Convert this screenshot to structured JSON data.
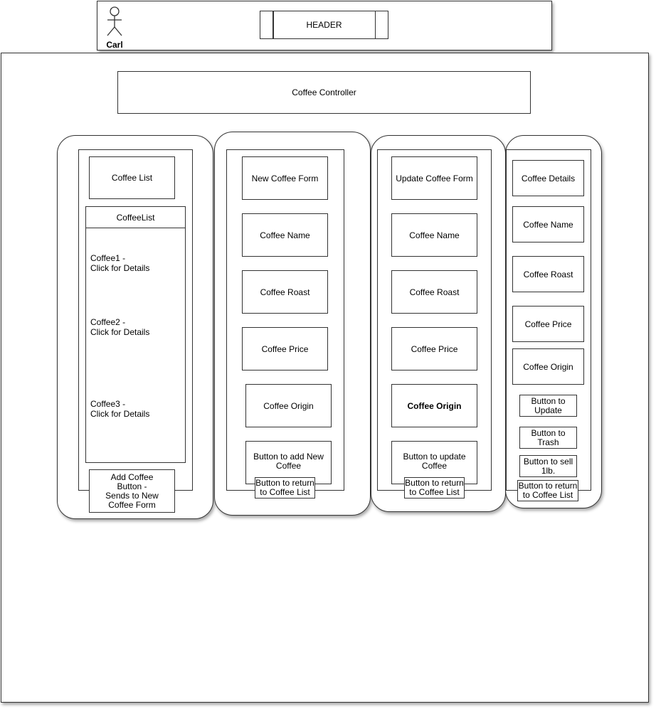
{
  "actor": {
    "name": "Carl"
  },
  "header": {
    "label": "HEADER"
  },
  "controller": {
    "label": "Coffee Controller"
  },
  "list_panel": {
    "title": "Coffee List",
    "list_header": "CoffeeList",
    "items": [
      "Coffee1 -\nClick for Details",
      "Coffee2 -\nClick for Details",
      "Coffee3 -\nClick for Details"
    ],
    "add_button": "Add Coffee\nButton -\nSends to New\nCoffee Form"
  },
  "new_form": {
    "title": "New Coffee Form",
    "fields": [
      "Coffee Name",
      "Coffee Roast",
      "Coffee Price",
      "Coffee Origin"
    ],
    "submit_button": "Button to add New\nCoffee",
    "return_button": "Button to return\nto Coffee List"
  },
  "update_form": {
    "title": "Update Coffee Form",
    "fields": [
      "Coffee Name",
      "Coffee Roast",
      "Coffee Price",
      "Coffee Origin"
    ],
    "submit_button": "Button to update\nCoffee",
    "return_button": "Button to return\nto Coffee List"
  },
  "details": {
    "title": "Coffee Details",
    "fields": [
      "Coffee Name",
      "Coffee Roast",
      "Coffee Price",
      "Coffee Origin"
    ],
    "update_button": "Button to\nUpdate",
    "trash_button": "Button to\nTrash",
    "sell_button": "Button to sell\n1lb.",
    "return_button": "Button to return\nto Coffee List"
  }
}
